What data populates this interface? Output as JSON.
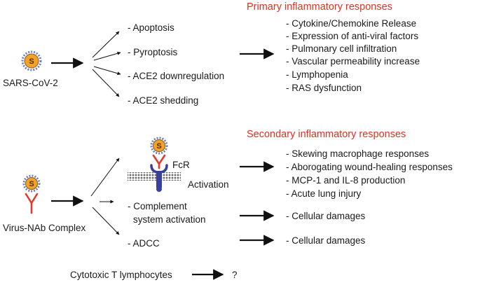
{
  "colors": {
    "heading_red": "#e0301e",
    "arrow": "#111111",
    "virus_core": "#f0a22a",
    "virus_ring": "#6b7fc0",
    "spike_red": "#e23b2e",
    "fcr_blue": "#3b3f9c"
  },
  "primary": {
    "heading": "Primary inflammatory responses",
    "source": "SARS-CoV-2",
    "virus_letter": "S",
    "mechanisms": [
      "- Apoptosis",
      "- Pyroptosis",
      "- ACE2 downregulation",
      "- ACE2 shedding"
    ],
    "responses": [
      "- Cytokine/Chemokine Release",
      "- Expression of anti-viral factors",
      "- Pulmonary cell infiltration",
      "- Vascular permeability increase",
      "- Lymphopenia",
      "- RAS dysfunction"
    ]
  },
  "secondary": {
    "heading": "Secondary inflammatory responses",
    "source": "Virus-NAb Complex",
    "virus_letter": "S",
    "fcr_label": "FcR",
    "activation_label": "Activation",
    "complement_lines": [
      "- Complement",
      "system activation"
    ],
    "adcc": "- ADCC",
    "responses": [
      "- Skewing macrophage responses",
      "- Aborogating wound-healing responses",
      "- MCP-1 and IL-8 production",
      "- Acute lung injury"
    ],
    "complement_result": "- Cellular damages",
    "adcc_result": "- Cellular damages"
  },
  "ctl": {
    "label": "Cytotoxic T lymphocytes",
    "result": "?"
  }
}
